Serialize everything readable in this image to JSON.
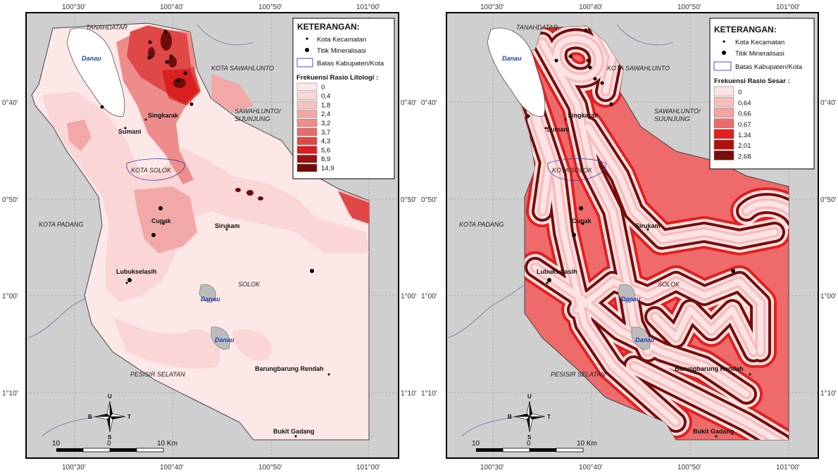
{
  "maps": [
    {
      "id": "left",
      "top_ticks": [
        "100°30'",
        "100°40'",
        "100°50'",
        "101°00'"
      ],
      "bottom_ticks": [
        "100°30'",
        "100°40'",
        "100°50'",
        "101°00'"
      ],
      "side_ticks": [
        "0°40'",
        "0°50'",
        "1°00'",
        "1°10'"
      ],
      "legend": {
        "title": "KETERANGAN:",
        "items": [
          "Kota Kecamatan",
          "Titik Mineralisasi",
          "Batas Kabupaten/Kota"
        ],
        "class_title": "Frekuensi Rasio Litologi :",
        "classes": [
          "0",
          "0,4",
          "1,8",
          "2,4",
          "3,2",
          "3,7",
          "4,3",
          "5,6",
          "8,9",
          "14,9"
        ],
        "colors": [
          "#fde8e8",
          "#fbd6d6",
          "#f8c3c3",
          "#f3a8a8",
          "#ee8c8c",
          "#e76b6b",
          "#e04747",
          "#d91f1f",
          "#a01010",
          "#6e0c0c"
        ]
      },
      "regions": [
        "TANAHDATAR",
        "KOTA SAWAHLUNTO",
        "SAWAHLUNTO/",
        "SIJUNJUNG",
        "KOTA SOLOK",
        "KOTA PADANG",
        "SOLOK",
        "PESISIR SELATAN"
      ],
      "places": [
        "Singkarak",
        "Sumani",
        "Cupak",
        "Sirukam",
        "Lubukselasih",
        "Barungbarung Rendah",
        "Bukit Gadang"
      ],
      "lakes": [
        "Danau",
        "Danau",
        "Danau"
      ],
      "compass": [
        "U",
        "T",
        "S",
        "B"
      ],
      "scale": [
        "10",
        "0",
        "10 Km"
      ]
    },
    {
      "id": "right",
      "top_ticks": [
        "100°30'",
        "100°40'",
        "100°50'",
        "101°00'"
      ],
      "bottom_ticks": [
        "100°30'",
        "100°40'",
        "100°50'",
        "101°00'"
      ],
      "side_ticks": [
        "0°40'",
        "0°50'",
        "1°00'",
        "1°10'"
      ],
      "legend": {
        "title": "KETERANGAN:",
        "items": [
          "Kota Kecamatan",
          "Titik Mineralisasi",
          "Batas Kabupaten/Kota"
        ],
        "class_title": "Frekuensi Rasio Sesar :",
        "classes": [
          "0",
          "0,64",
          "0,66",
          "0,67",
          "1,34",
          "2,01",
          "2,68"
        ],
        "colors": [
          "#fde3e3",
          "#f7bcbc",
          "#f4a4a4",
          "#ef6a6a",
          "#e22020",
          "#b01010",
          "#7a0c0c"
        ]
      },
      "regions": [
        "TANAHDATAR",
        "KOTA SAWAHLUNTO",
        "SAWAHLUNTO/",
        "SIJUNJUNG",
        "KOTA SOLOK",
        "KOTA PADANG",
        "SOLOK",
        "PESISIR SELATAN"
      ],
      "places": [
        "Singkarak",
        "Sumani",
        "Cupak",
        "Sirukam",
        "Lubukselasih",
        "Barungbarung Rendah",
        "Bukit Gadang"
      ],
      "lakes": [
        "Danau",
        "Danau",
        "Danau"
      ],
      "compass": [
        "U",
        "T",
        "S",
        "B"
      ],
      "scale": [
        "10",
        "0",
        "10 Km"
      ]
    }
  ]
}
